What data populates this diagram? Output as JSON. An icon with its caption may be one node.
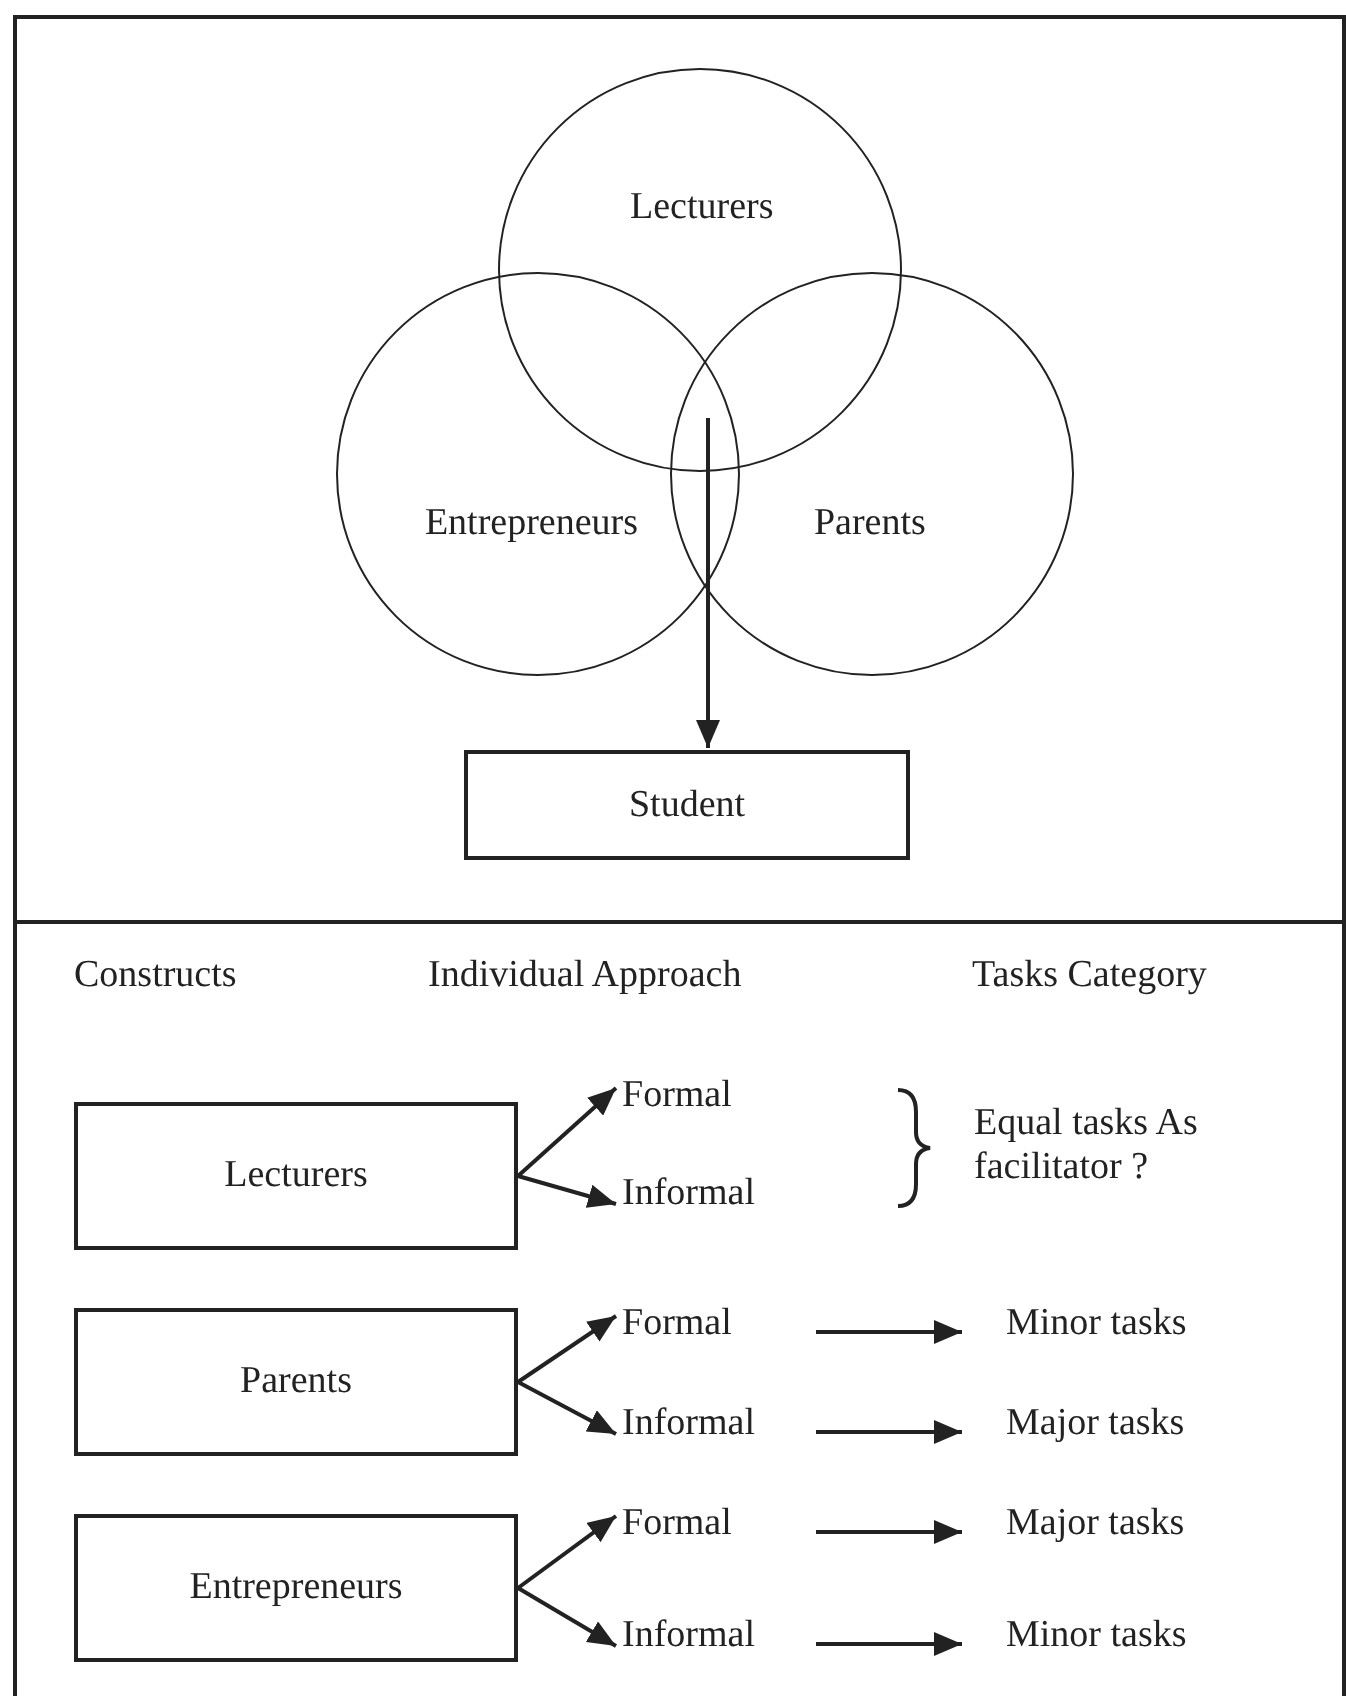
{
  "diagram": {
    "nodes": [
      {
        "text": [
          "Lecturers"
        ]
      },
      {
        "text": [
          "Entrepreneurs"
        ]
      },
      {
        "text": [
          "Parents"
        ]
      },
      {
        "text": [
          "Student"
        ]
      },
      {
        "text": [
          "Lecturers"
        ]
      },
      {
        "text": [
          "Formal"
        ]
      },
      {
        "text": [
          "Informal"
        ]
      },
      {
        "text": [
          "Parents"
        ]
      },
      {
        "text": [
          "Formal"
        ]
      },
      {
        "text": [
          "Informal"
        ]
      },
      {
        "text": [
          "Entrepreneurs"
        ]
      },
      {
        "text": [
          "Formal"
        ]
      },
      {
        "text": [
          "Informal"
        ]
      },
      {
        "text": [
          "Minor tasks"
        ]
      },
      {
        "text": [
          "Major tasks"
        ]
      },
      {
        "text": [
          "Major tasks"
        ]
      },
      {
        "text": [
          "Minor tasks"
        ]
      }
    ],
    "edges": [
      {
        "from": 0,
        "to": 3,
        "arrow": "to"
      },
      {
        "from": 1,
        "to": 3,
        "arrow": "to"
      },
      {
        "from": 2,
        "to": 3,
        "arrow": "to"
      },
      {
        "from": 4,
        "to": 5,
        "arrow": "to"
      },
      {
        "from": 4,
        "to": 6,
        "arrow": "to"
      },
      {
        "from": 7,
        "to": 8,
        "arrow": "to"
      },
      {
        "from": 7,
        "to": 9,
        "arrow": "to"
      },
      {
        "from": 10,
        "to": 11,
        "arrow": "to"
      },
      {
        "from": 10,
        "to": 12,
        "arrow": "to"
      },
      {
        "from": 8,
        "to": 13,
        "arrow": "to"
      },
      {
        "from": 9,
        "to": 14,
        "arrow": "to"
      },
      {
        "from": 11,
        "to": 15,
        "arrow": "to"
      },
      {
        "from": 12,
        "to": 16,
        "arrow": "to"
      }
    ],
    "labels": [
      "Constructs",
      "Individual Approach",
      "Tasks Category",
      "Equal tasks As facilitator ?"
    ]
  }
}
